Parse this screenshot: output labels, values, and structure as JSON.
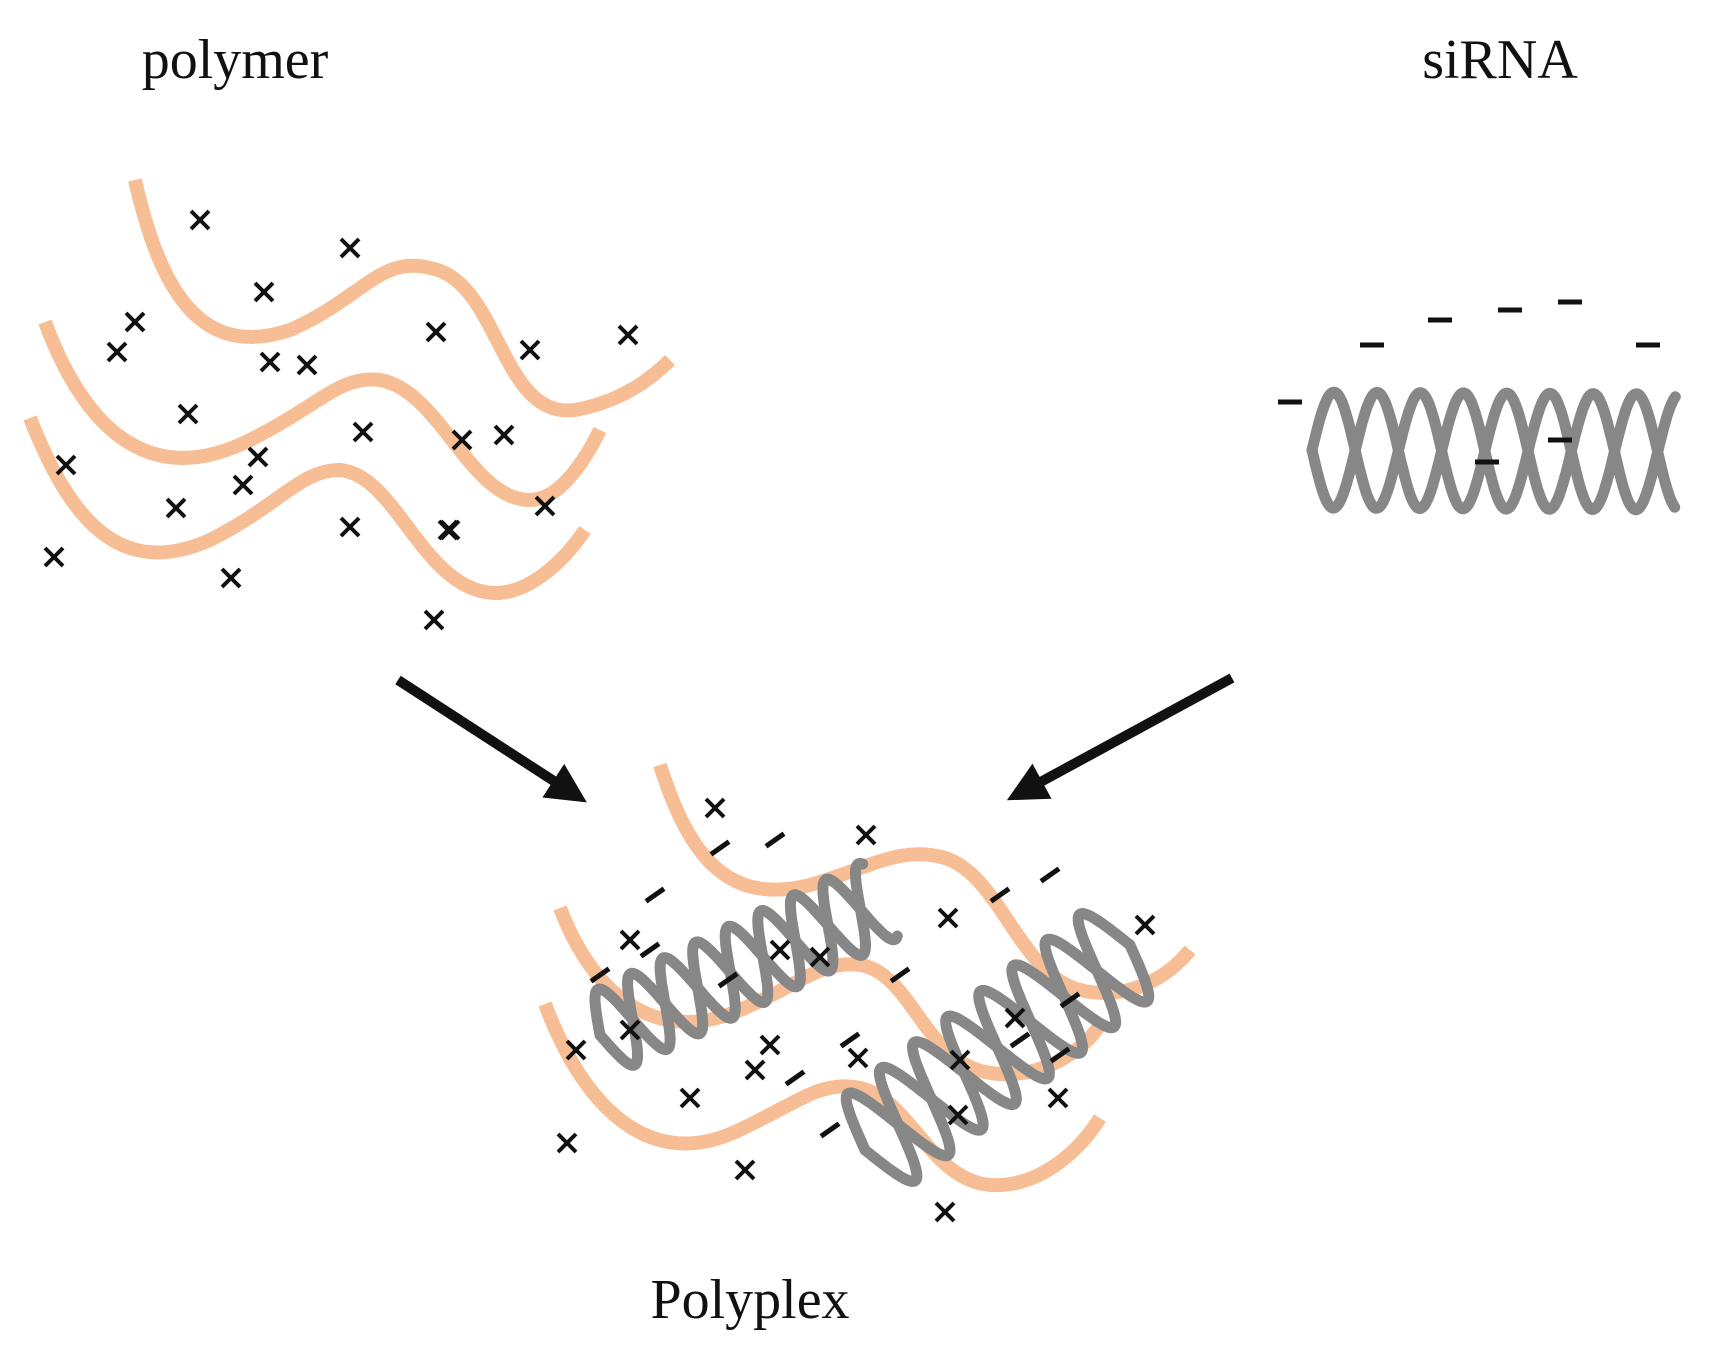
{
  "labels": {
    "polymer": "polymer",
    "sirna": "siRNA",
    "polyplex": "Polyplex"
  },
  "colors": {
    "polymer": "#F7BE95",
    "sirna": "#878787",
    "charges": "#111111",
    "arrows": "#111111"
  },
  "icons": {
    "positive_charge": "cross-mark",
    "negative_charge": "dash-mark",
    "arrow": "arrow-right-down"
  }
}
